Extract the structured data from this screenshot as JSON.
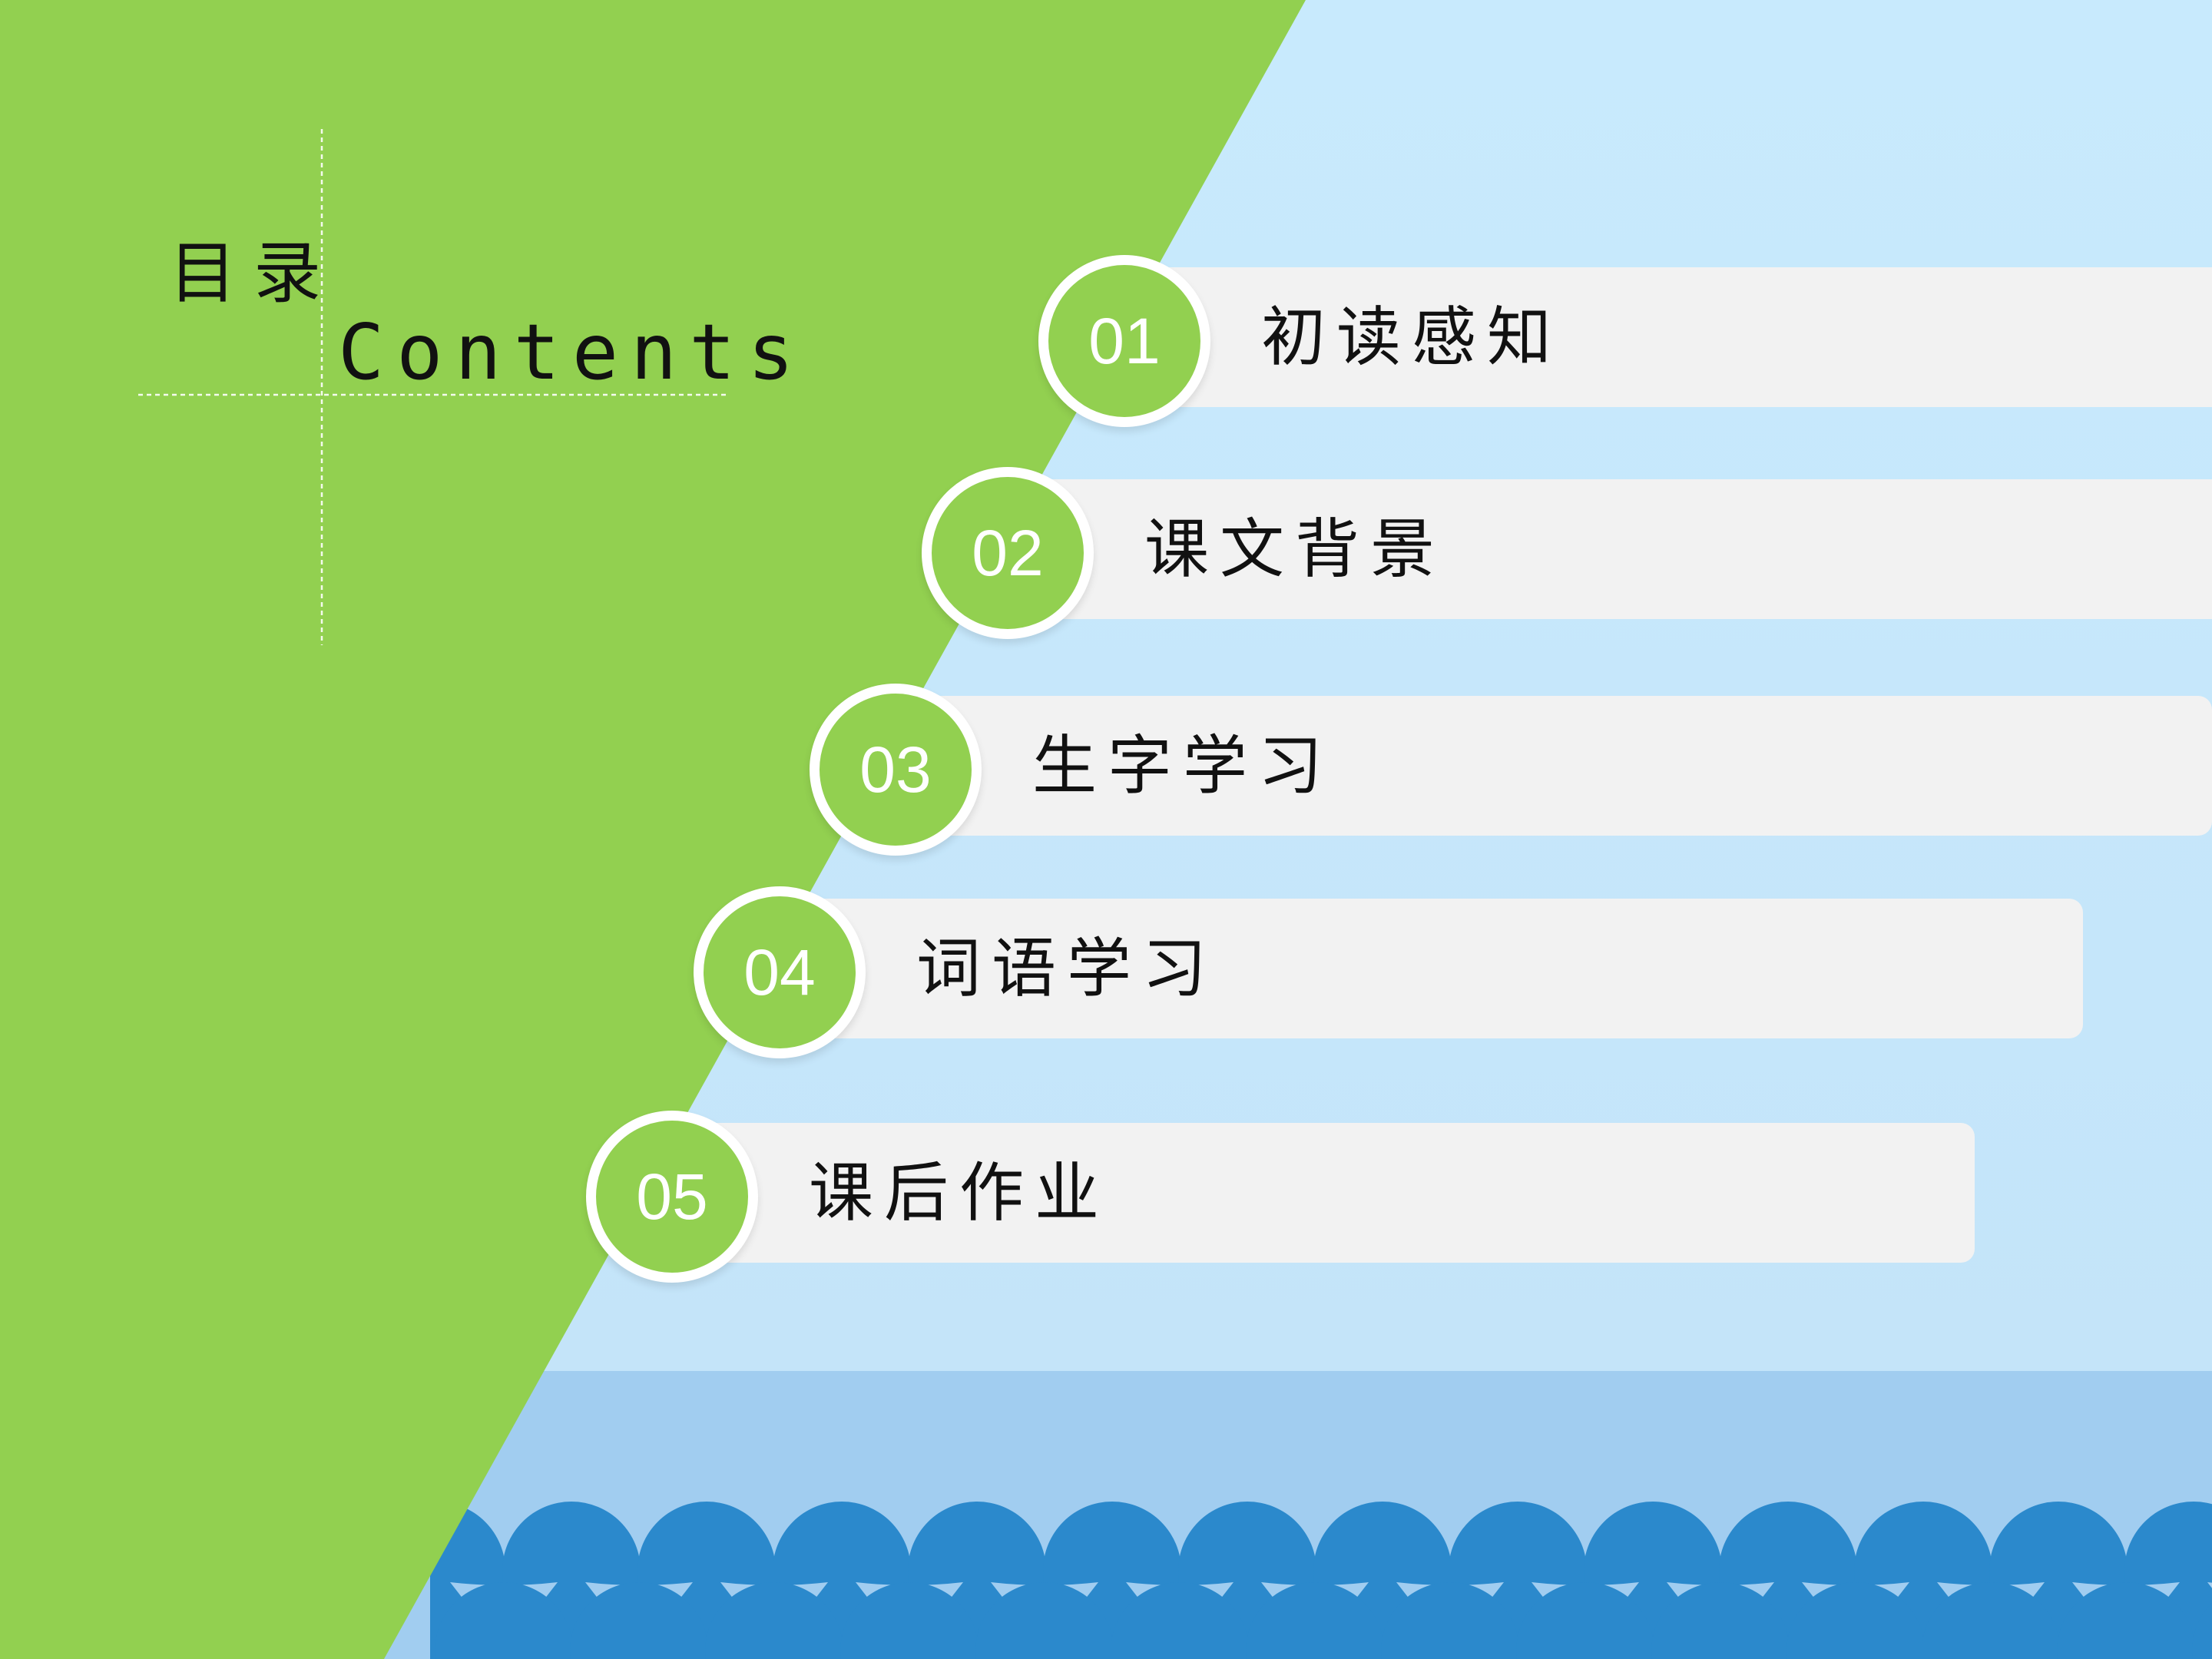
{
  "heading": {
    "title_zh": "目录",
    "title_en": "Contents"
  },
  "colors": {
    "green": "#92d050",
    "sky": "#c8e9fb",
    "water": "#a1cdf0",
    "wave": "#2b89cc",
    "card": "#f2f2f2"
  },
  "menu": {
    "items": [
      {
        "number": "01",
        "label": "初读感知"
      },
      {
        "number": "02",
        "label": "课文背景"
      },
      {
        "number": "03",
        "label": "生字学习"
      },
      {
        "number": "04",
        "label": "词语学习"
      },
      {
        "number": "05",
        "label": "课后作业"
      }
    ]
  }
}
